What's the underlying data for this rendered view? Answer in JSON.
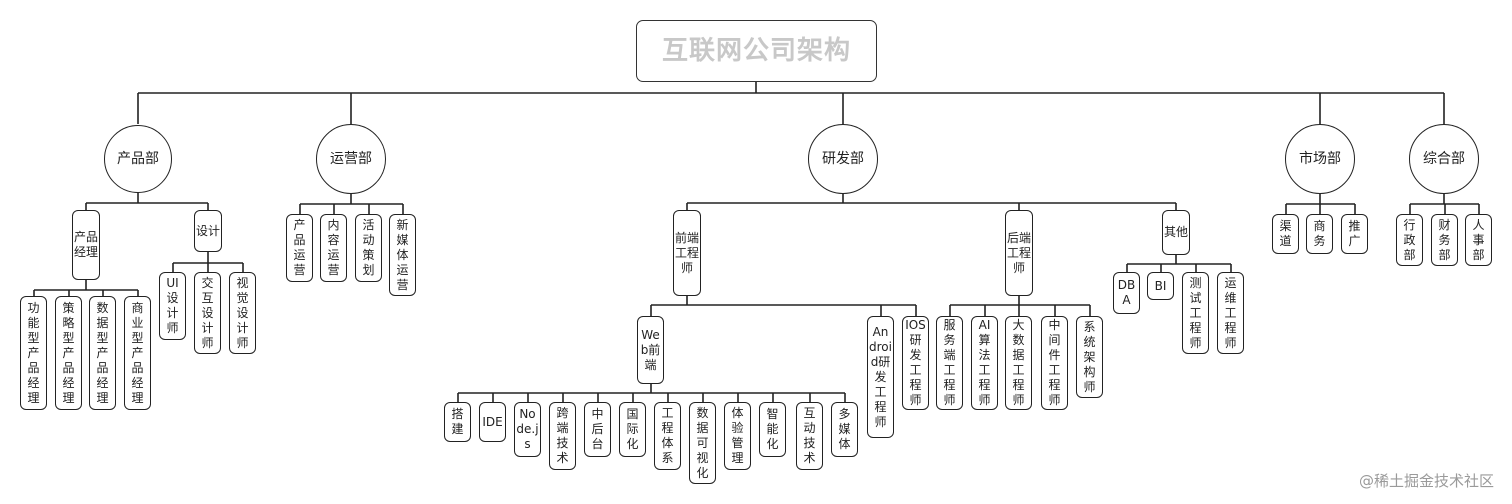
{
  "title": "互联网公司架构",
  "watermark": "@稀土掘金技术社区",
  "departments": {
    "product": "产品部",
    "operations": "运营部",
    "rnd": "研发部",
    "market": "市场部",
    "general": "综合部"
  },
  "product": {
    "manager": "产品经理",
    "design": "设计",
    "manager_children": [
      "功能型产品经理",
      "策略型产品经理",
      "数据型产品经理",
      "商业型产品经理"
    ],
    "design_children": [
      "UI设计师",
      "交互设计师",
      "视觉设计师"
    ]
  },
  "operations": {
    "children": [
      "产品运营",
      "内容运营",
      "活动策划",
      "新媒体运营"
    ]
  },
  "rnd": {
    "frontend": "前端工程师",
    "backend": "后端工程师",
    "other": "其他",
    "web": "Web前端",
    "android": "Android研发工程师",
    "ios": "IOS研发工程师",
    "web_children": [
      "搭建",
      "IDE",
      "Node.js",
      "跨端技术",
      "中后台",
      "国际化",
      "工程体系",
      "数据可视化",
      "体验管理",
      "智能化",
      "互动技术",
      "多媒体"
    ],
    "backend_children": [
      "服务端工程师",
      "AI算法工程师",
      "大数据工程师",
      "中间件工程师",
      "系统架构师"
    ],
    "other_children": [
      "DBA",
      "BI",
      "测试工程师",
      "运维工程师"
    ]
  },
  "market": {
    "children": [
      "渠道",
      "商务",
      "推广"
    ]
  },
  "general": {
    "children": [
      "行政部",
      "财务部",
      "人事部"
    ]
  }
}
